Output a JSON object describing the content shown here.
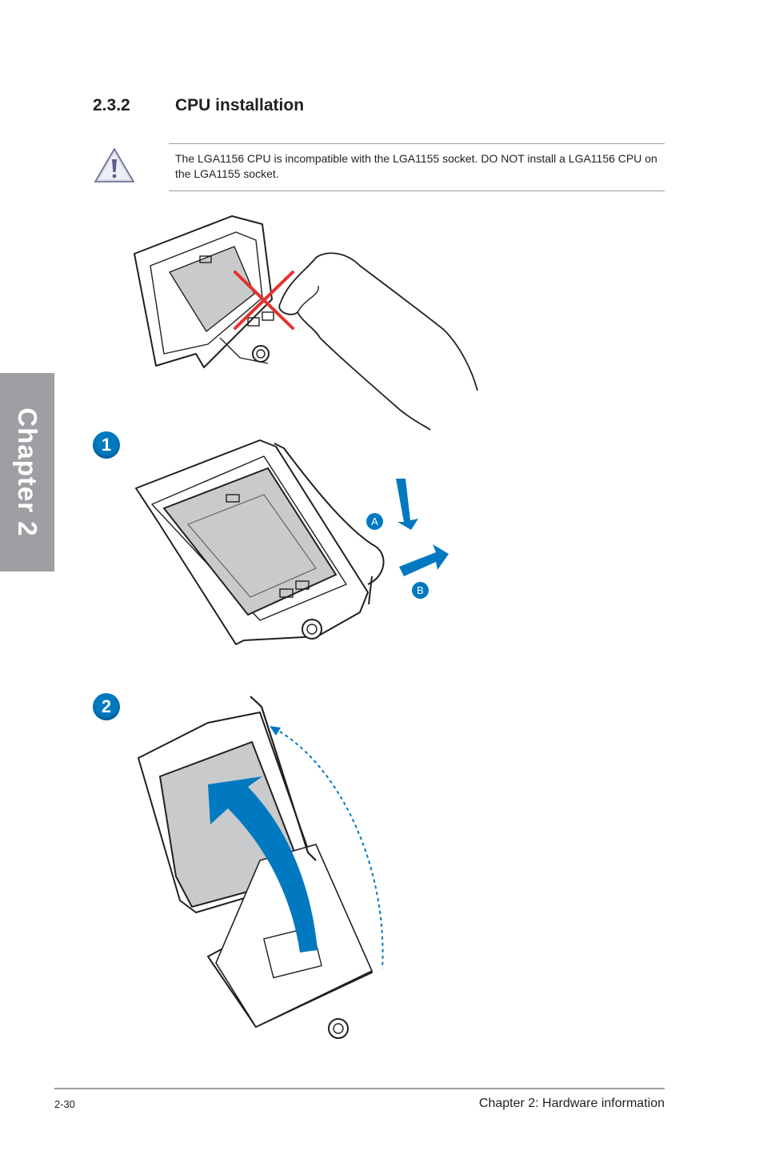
{
  "chapter_tab": {
    "label": "Chapter 2"
  },
  "section": {
    "number": "2.3.2",
    "title": "CPU installation"
  },
  "note": {
    "icon": "warning-triangle-icon",
    "text": "The LGA1156 CPU is incompatible with the LGA1155 socket. DO NOT install a LGA1156 CPU on the LGA1155 socket."
  },
  "steps": [
    {
      "label": "1",
      "sub_labels": [
        "A",
        "B"
      ]
    },
    {
      "label": "2"
    }
  ],
  "footer": {
    "page_number": "2-30",
    "title": "Chapter 2: Hardware information"
  },
  "colors": {
    "accent": "#0079c1",
    "error": "#e5322d",
    "tab": "#9d9fa2"
  }
}
